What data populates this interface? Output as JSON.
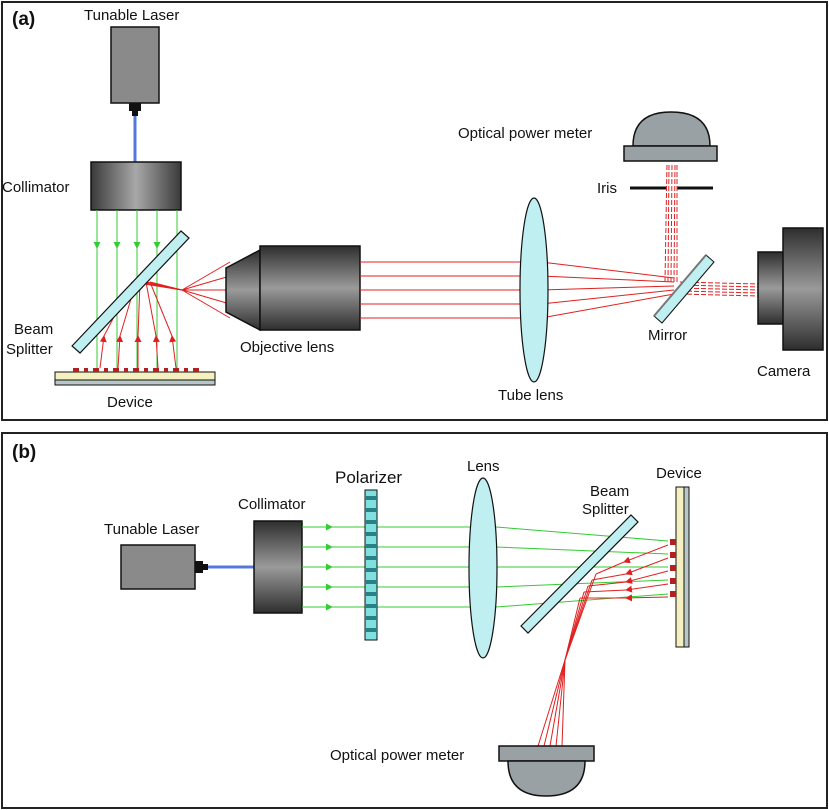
{
  "panel_a": {
    "label": "(a)",
    "tunable_laser": "Tunable Laser",
    "collimator": "Collimator",
    "beam_splitter_line1": "Beam",
    "beam_splitter_line2": "Splitter",
    "device": "Device",
    "objective_lens": "Objective lens",
    "tube_lens": "Tube lens",
    "optical_power_meter": "Optical power meter",
    "iris": "Iris",
    "mirror": "Mirror",
    "camera": "Camera"
  },
  "panel_b": {
    "label": "(b)",
    "tunable_laser": "Tunable Laser",
    "collimator": "Collimator",
    "polarizer": "Polarizer",
    "lens": "Lens",
    "beam_splitter_line1": "Beam",
    "beam_splitter_line2": "Splitter",
    "device": "Device",
    "optical_power_meter": "Optical power meter"
  },
  "colors": {
    "incident_beam": "#33cc33",
    "reflected_beam": "#e02020",
    "fiber": "#5577dd",
    "glass": "#bfeff0",
    "device_substrate": "#f5f0c0"
  }
}
